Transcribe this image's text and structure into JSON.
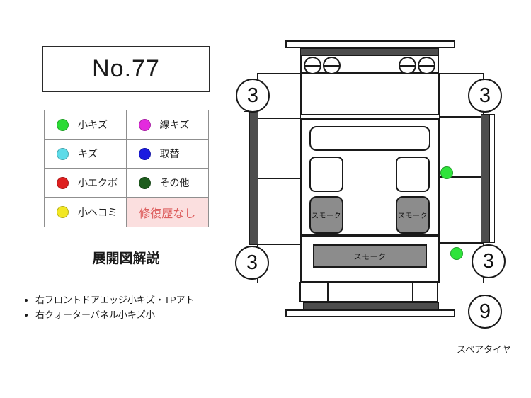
{
  "page": {
    "sheet_number": "No.77"
  },
  "legend": {
    "cells": [
      {
        "type": "swatch",
        "label": "小キズ",
        "color": "#2bdb35"
      },
      {
        "type": "swatch",
        "label": "線キズ",
        "color": "#e32ade"
      },
      {
        "type": "swatch",
        "label": "キズ",
        "color": "#5cdbe8"
      },
      {
        "type": "swatch",
        "label": "取替",
        "color": "#1b1bdf"
      },
      {
        "type": "swatch",
        "label": "小エクボ",
        "color": "#de1f1f"
      },
      {
        "type": "swatch",
        "label": "その他",
        "color": "#1d5c1d"
      },
      {
        "type": "swatch",
        "label": "小ヘコミ",
        "color": "#f2e723"
      }
    ],
    "repair_note": {
      "label": "修復歴なし",
      "text_color": "#dd5f5f",
      "bg_color": "#fbdfdf"
    }
  },
  "explanation": {
    "heading": "展開図解説",
    "notes": [
      "右フロントドアエッジ小キズ・TPアト",
      "右クォーターパネル小キズ小"
    ]
  },
  "diagram": {
    "badges": [
      {
        "position": "top-left",
        "value": "3"
      },
      {
        "position": "top-right",
        "value": "3"
      },
      {
        "position": "bottom-left",
        "value": "3"
      },
      {
        "position": "bottom-right",
        "value": "3"
      },
      {
        "position": "spare",
        "value": "9"
      }
    ],
    "smoke_label": "スモーク",
    "spare_tire_label": "スペアタイヤ",
    "markers": [
      {
        "location": "right-front-door-edge",
        "type": "small-scratch",
        "color": "#2fe33b"
      },
      {
        "location": "right-quarter-panel",
        "type": "small-scratch",
        "color": "#2fe33b"
      }
    ],
    "panel_dark_color": "#4d4d4d",
    "smoke_glass_color": "#8c8c8c"
  }
}
